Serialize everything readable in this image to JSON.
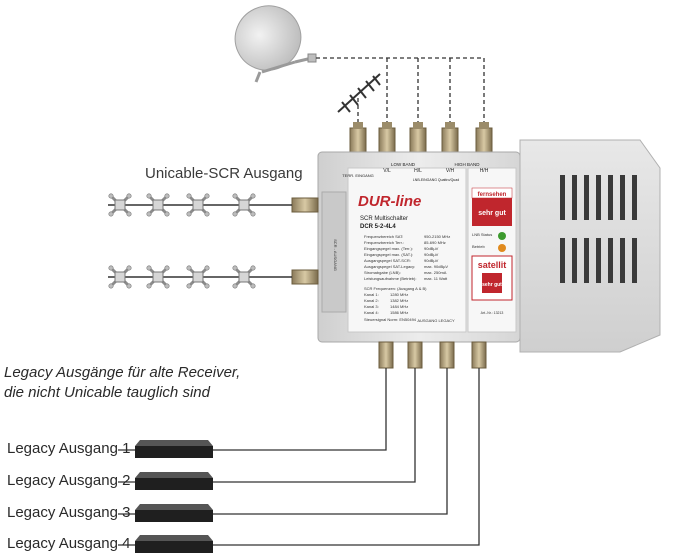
{
  "labels": {
    "unicable_output": "Unicable-SCR Ausgang",
    "legacy_note_line1": "Legacy Ausgänge für alte Receiver,",
    "legacy_note_line2": "die nicht Unicable tauglich sind"
  },
  "legacy_outputs": [
    "Legacy Ausgang 1",
    "Legacy Ausgang 2",
    "Legacy Ausgang 3",
    "Legacy Ausgang 4"
  ],
  "device": {
    "brand": "DUR-line",
    "model_line1": "SCR Multischalter",
    "model_line2": "DCR 5-2-4L4",
    "input_labels": [
      "TERR. EINGANG",
      "V/L",
      "LOW BAND",
      "H/L",
      "V/H",
      "HIGH BAND",
      "H/H"
    ],
    "lnb_header": "LNB-EINGANG Quattro/Quad",
    "output_label": "AUSGANG LEGACY",
    "side_label": "SCR - AUSGANG",
    "led_labels": [
      "LNB Status",
      "Betrieb"
    ],
    "specs": [
      [
        "Frequenzbereich SAT:",
        "950-2150 MHz"
      ],
      [
        "Frequenzbereich Terr.:",
        "85-690 MHz"
      ],
      [
        "Eingangspegel max. (Terr.):",
        "90dBµV"
      ],
      [
        "Eingangspegel max. (SAT.):",
        "90dBµV"
      ],
      [
        "Ausgangspegel SAT-SCR:",
        "90dBµV"
      ],
      [
        "Ausgangspegel SAT-Legacy:",
        "max. 90dBµV"
      ],
      [
        "Stromabgabe (LNB):",
        "max. 250mA"
      ],
      [
        "Leistungsaufnahme (Betrieb):",
        "max. 11 Watt"
      ]
    ],
    "scr_header": "SCR Frequenzen: (Ausgang A & B)",
    "scr_channels": [
      [
        "Kanal 1:",
        "1280 MHz"
      ],
      [
        "Kanal 2:",
        "1382 MHz"
      ],
      [
        "Kanal 3:",
        "1484 MHz"
      ],
      [
        "Kanal 4:",
        "1586 MHz"
      ]
    ],
    "standard_line": "Steuersignal Norm: EN50494",
    "badge1_top": "fernsehen",
    "badge1_grade": "sehr gut",
    "badge2_brand": "satellit",
    "badge2_grade": "sehr gut",
    "article_no": "Art.-Nr.: 13213"
  },
  "colors": {
    "device_body": "#dcdcdc",
    "brand_red": "#c0262d",
    "cable": "#3a3a3a",
    "led_green": "#3c9a2e",
    "led_orange": "#e08a1e"
  }
}
